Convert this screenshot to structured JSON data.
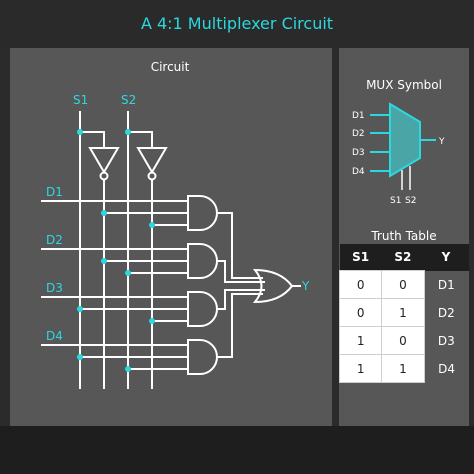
{
  "title": "A 4:1 Multiplexer Circuit",
  "circuit": {
    "title": "Circuit",
    "selects": [
      "S1",
      "S2"
    ],
    "data_inputs": [
      "D1",
      "D2",
      "D3",
      "D4"
    ],
    "output": "Y"
  },
  "mux_symbol": {
    "title": "MUX Symbol",
    "inputs": [
      "D1",
      "D2",
      "D3",
      "D4"
    ],
    "output": "Y",
    "selects": [
      "S1",
      "S2"
    ]
  },
  "truth_table": {
    "title": "Truth Table",
    "headers": [
      "S1",
      "S2",
      "Y"
    ],
    "rows": [
      [
        "0",
        "0",
        "D1"
      ],
      [
        "0",
        "1",
        "D2"
      ],
      [
        "1",
        "0",
        "D3"
      ],
      [
        "1",
        "1",
        "D4"
      ]
    ]
  },
  "colors": {
    "accent": "#2bd8df",
    "panel": "#575757",
    "background": "#2b2b2b",
    "wire": "#ffffff"
  }
}
